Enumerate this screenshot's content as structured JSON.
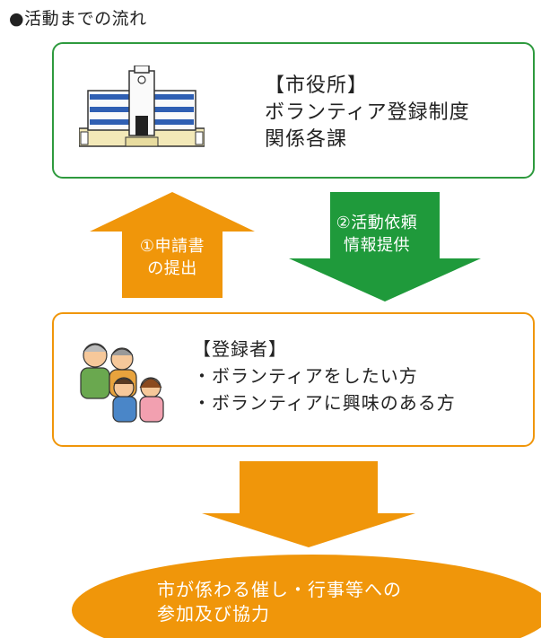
{
  "heading": "●活動までの流れ",
  "city_box": {
    "lines": [
      "【市役所】",
      "ボランティア登録制度",
      "関係各課"
    ],
    "icon": "city-hall-building"
  },
  "arrow_up": {
    "lines": [
      "①申請書",
      "の提出"
    ],
    "color": "#f0960a"
  },
  "arrow_down": {
    "lines": [
      "②活動依頼",
      "情報提供"
    ],
    "color": "#1f9a3b"
  },
  "registrant_box": {
    "lines": [
      "【登録者】",
      "・ボランティアをしたい方",
      "・ボランティアに興味のある方"
    ],
    "icon": "family-people"
  },
  "result": {
    "lines": [
      "市が係わる催し・行事等への",
      "参加及び協力"
    ],
    "color": "#f0960a"
  }
}
